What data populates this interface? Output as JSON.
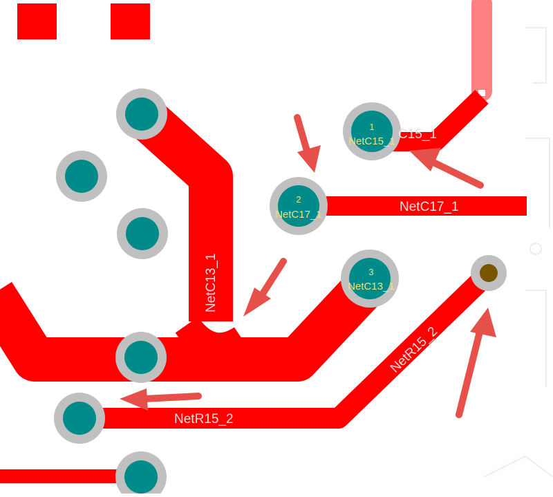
{
  "colors": {
    "background": "#ffffff",
    "trace": "#ff0000",
    "trace_highlight": "#ff8080",
    "pad_ring": "#c0c0c0",
    "pad_core": "#008b8b",
    "via_core": "#7a5500",
    "arrow": "#e5504a",
    "trace_text": "#f4dcdc",
    "pad_text": "#f2e27a"
  },
  "labels": {
    "net_c13": "NetC13_1",
    "net_c17": "NetC17_1",
    "net_c15_partial": "C15_1",
    "net_r15_2_vertical": "NetR15_2",
    "net_r15_2_horizontal": "NetR15_2"
  },
  "pads": [
    {
      "number": "1",
      "net": "NetC15_1"
    },
    {
      "number": "2",
      "net": "NetC17_1"
    },
    {
      "number": "3",
      "net": "NetC13_1"
    }
  ],
  "icons": {
    "arrow": "arrow-icon",
    "via": "via-icon",
    "pad": "pad-icon"
  }
}
